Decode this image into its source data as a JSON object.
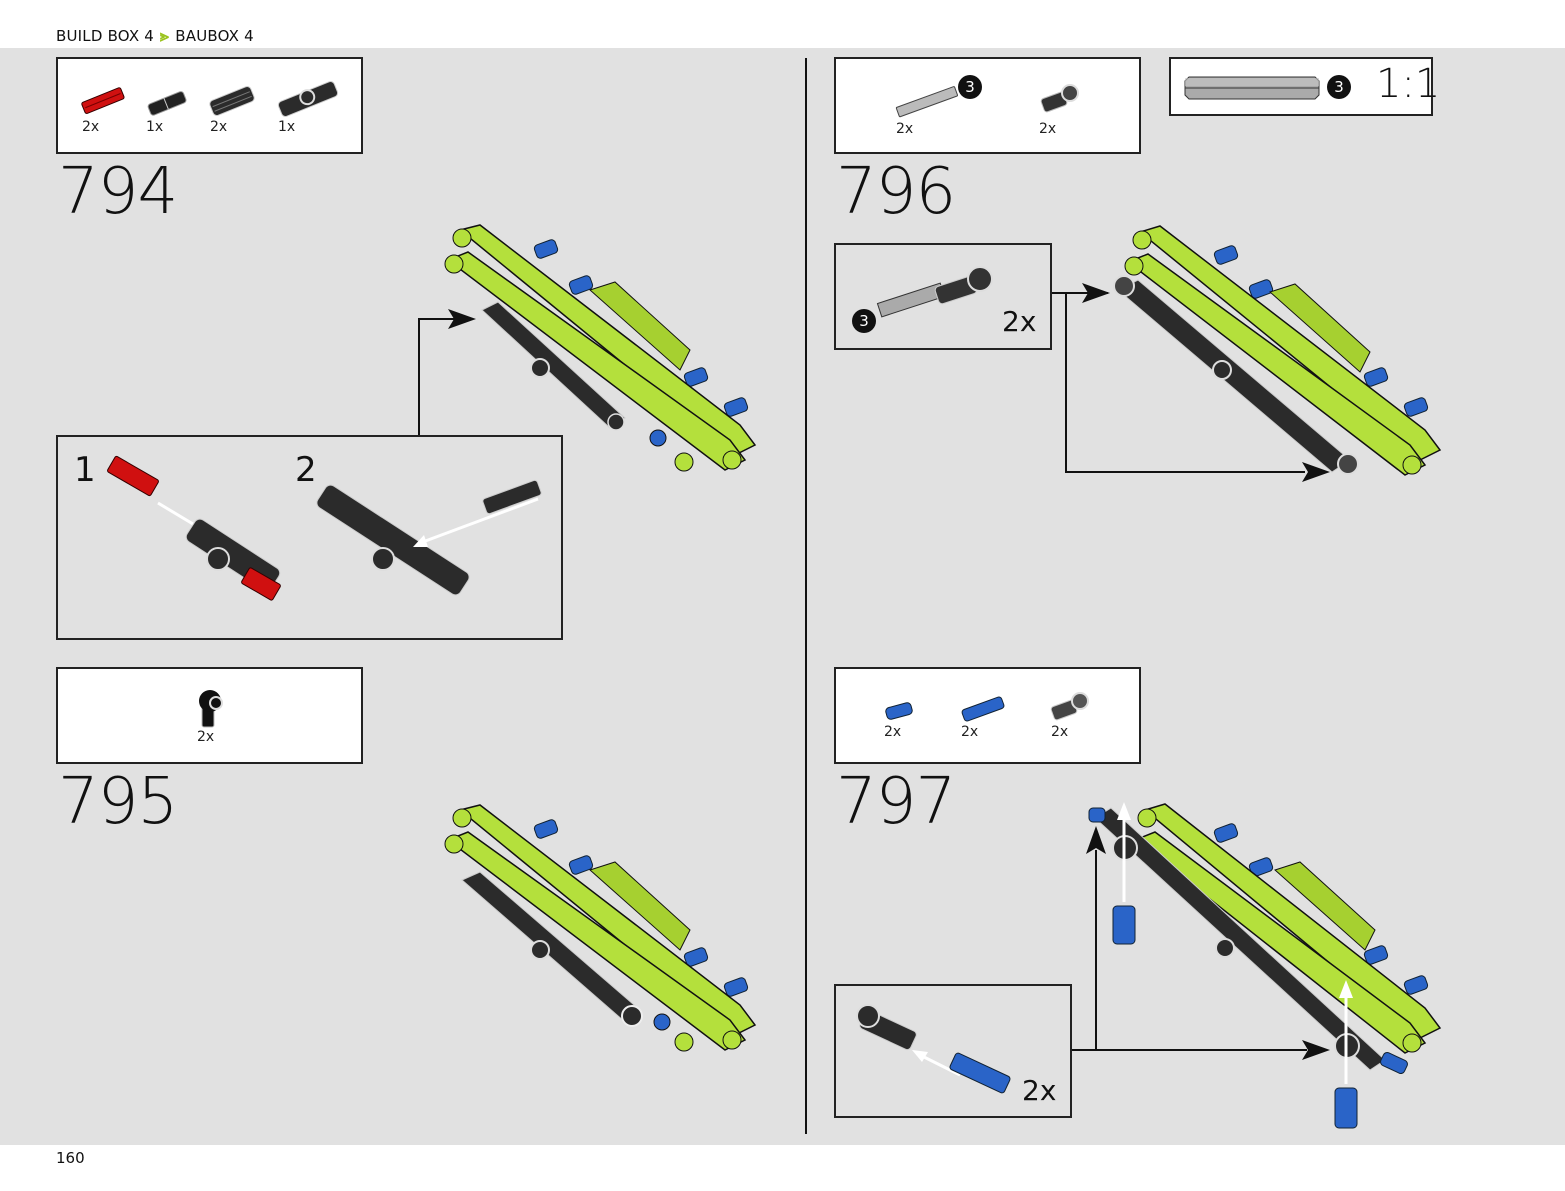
{
  "header": {
    "breadcrumb": [
      "BUILD BOX 4",
      "BAUBOX 4"
    ],
    "separator_icon": "chevron-right-icon",
    "accent_color": "#9ac31c"
  },
  "footer": {
    "page_number": "160"
  },
  "colors": {
    "lime": "#b4e03c",
    "blue": "#2a64c8",
    "red": "#d01010",
    "black_part": "#2b2b2b",
    "page_bg": "#e1e1e1"
  },
  "steps": [
    {
      "number": "794",
      "parts": [
        {
          "name": "red-axle-pin",
          "qty": "2x"
        },
        {
          "name": "black-pin-with-friction",
          "qty": "1x"
        },
        {
          "name": "black-axle-connector",
          "qty": "2x"
        },
        {
          "name": "black-perpendicular-connector",
          "qty": "1x"
        }
      ],
      "substeps": [
        {
          "number": "1"
        },
        {
          "number": "2"
        }
      ]
    },
    {
      "number": "795",
      "parts": [
        {
          "name": "black-angle-connector",
          "qty": "2x"
        }
      ]
    },
    {
      "number": "796",
      "parts": [
        {
          "name": "grey-axle-3",
          "qty": "2x",
          "badge": "3"
        },
        {
          "name": "black-axle-pin-with-ring",
          "qty": "2x"
        }
      ],
      "scale_reference": {
        "badge": "3",
        "ratio": "1:1"
      },
      "subassembly": {
        "badge": "3",
        "qty": "2x"
      }
    },
    {
      "number": "797",
      "parts": [
        {
          "name": "blue-pin-short",
          "qty": "2x"
        },
        {
          "name": "blue-axle-pin",
          "qty": "2x"
        },
        {
          "name": "black-ring-connector",
          "qty": "2x"
        }
      ],
      "subassembly": {
        "qty": "2x"
      }
    }
  ]
}
